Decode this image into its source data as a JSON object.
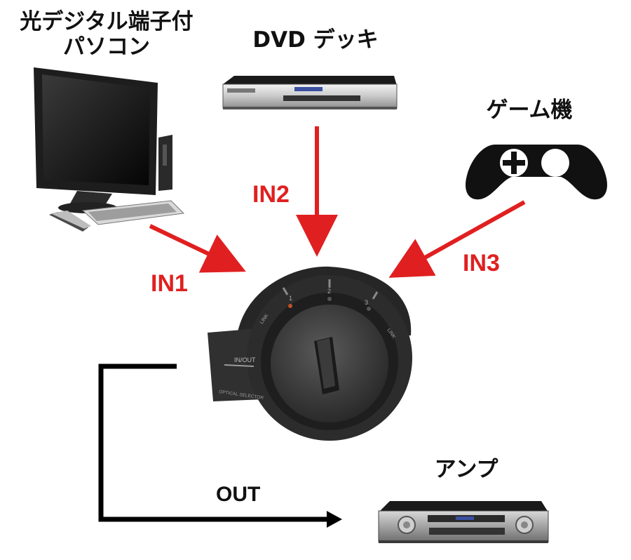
{
  "devices": {
    "pc": {
      "line1": "光デジタル端子付",
      "line2": "パソコン"
    },
    "dvd": {
      "label": "DVD デッキ"
    },
    "game": {
      "label": "ゲーム機"
    },
    "amp": {
      "label": "アンプ"
    }
  },
  "connections": {
    "in1": "IN1",
    "in2": "IN2",
    "in3": "IN3",
    "out": "OUT"
  },
  "selector": {
    "port_label": "IN/OUT",
    "brand_text": "OPTICAL SELECTOR",
    "link_label": "LINK",
    "positions": [
      "1",
      "2",
      "3"
    ]
  },
  "colors": {
    "arrow": "#e02020",
    "out_line": "#000000",
    "device_dark": "#1a1a1a"
  }
}
